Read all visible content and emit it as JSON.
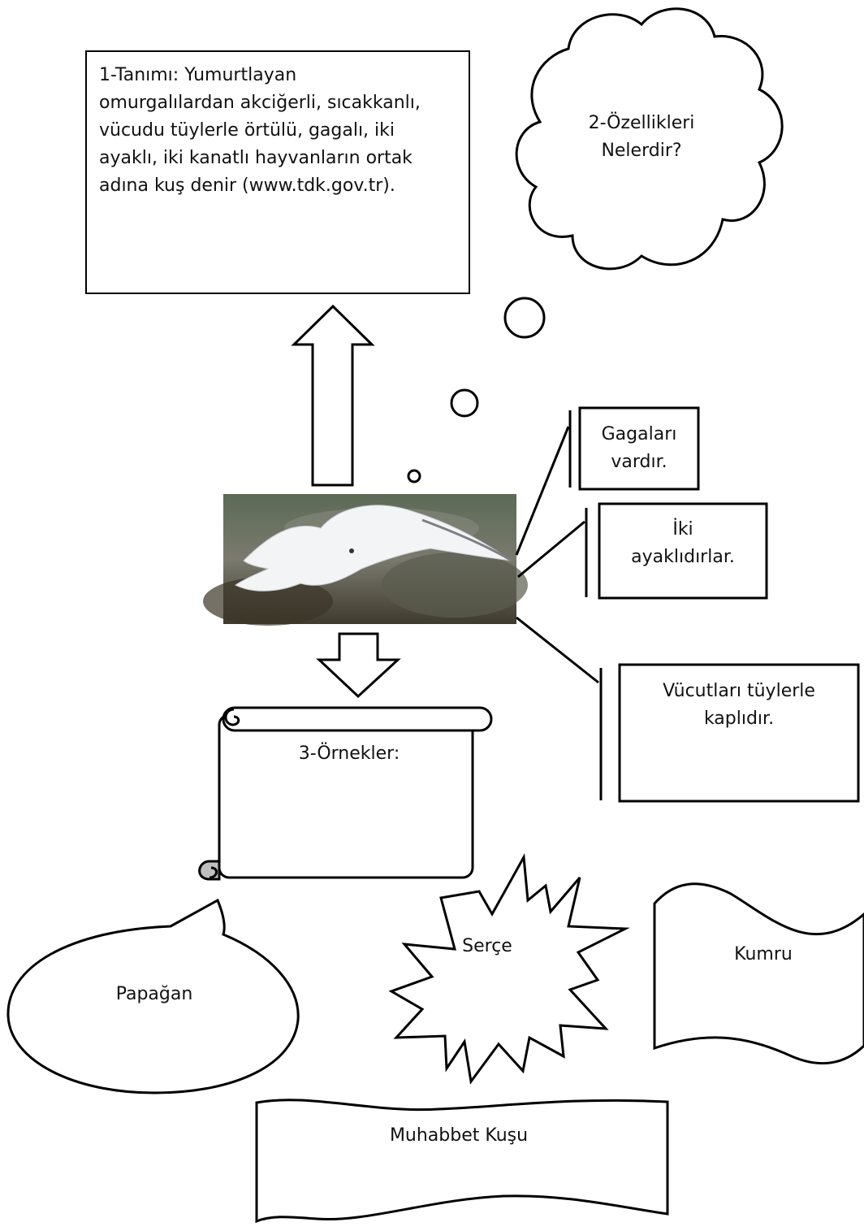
{
  "definition": {
    "lines": [
      "1-Tanımı: Yumurtlayan",
      "omurgalılardan akciğerli, sıcakkanlı,",
      "vücudu tüylerle örtülü, gagalı, iki",
      "ayaklı, iki kanatlı hayvanların ortak",
      "adına kuş denir (www.tdk.gov.tr)."
    ]
  },
  "features": {
    "lines": [
      "2-Özellikleri",
      "Nelerdir?"
    ]
  },
  "feature_items": [
    {
      "lines": [
        "Gagaları",
        "vardır."
      ]
    },
    {
      "lines": [
        "İki",
        "ayaklıdırlar."
      ]
    },
    {
      "lines": [
        "Vücutları tüylerle",
        "kaplıdır."
      ]
    }
  ],
  "examples": {
    "title": "3-Örnekler:"
  },
  "example_items": {
    "papagan": "Papağan",
    "serce": "Serçe",
    "kumru": "Kumru",
    "muhabbet": "Muhabbet Kuşu"
  },
  "colors": {
    "stroke": "#000000",
    "fill": "#ffffff",
    "photo_sky_top": "#4f5a4a",
    "photo_sky_bottom": "#3a3a30",
    "bird": "#f4f6f8"
  }
}
